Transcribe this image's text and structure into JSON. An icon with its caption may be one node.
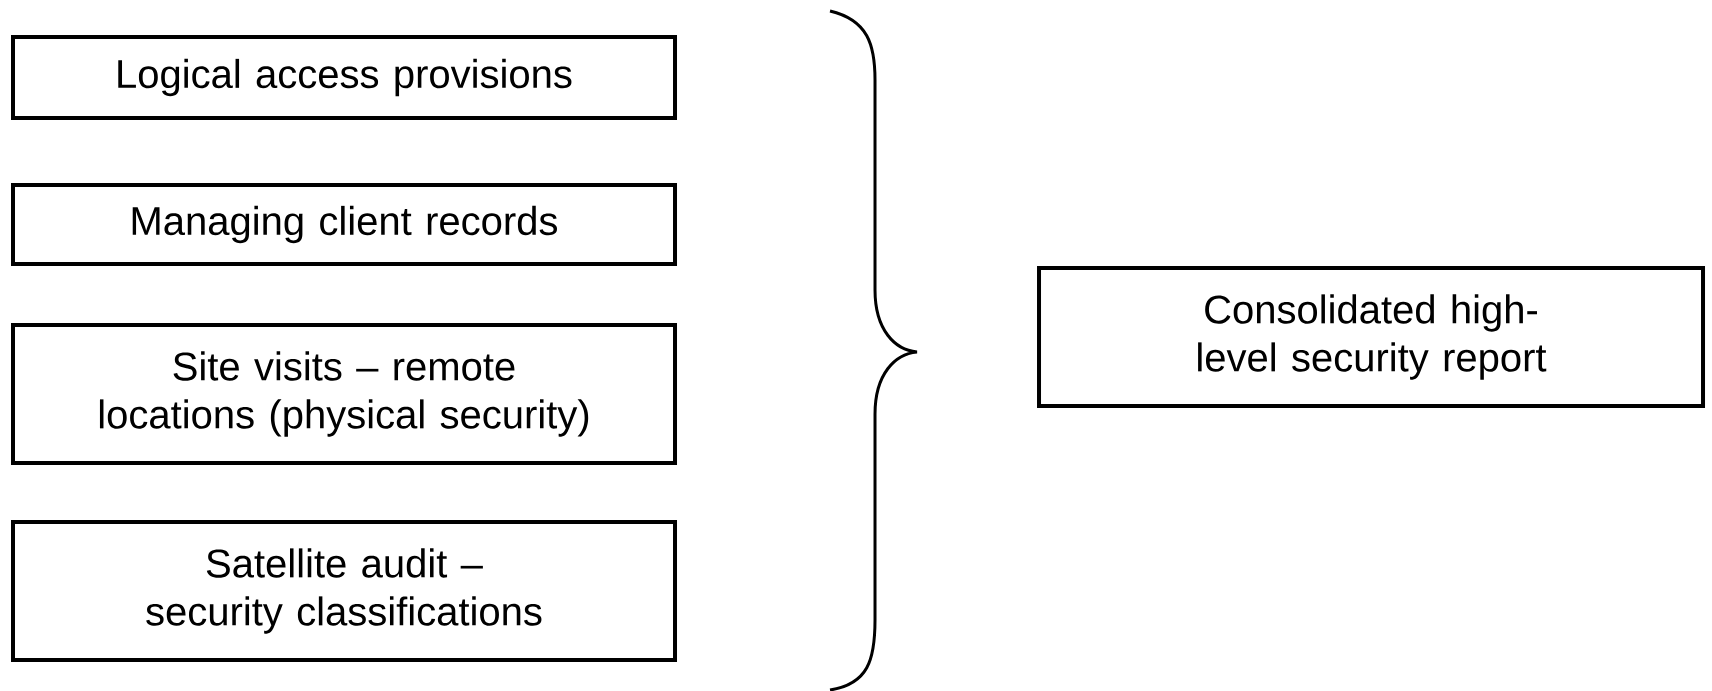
{
  "diagram": {
    "nodes": [
      {
        "text": [
          "Logical access provisions"
        ]
      },
      {
        "text": [
          "Managing client records"
        ]
      },
      {
        "text": [
          "Site visits – remote locations (physical security)"
        ]
      },
      {
        "text": [
          "Satellite audit – security classifications"
        ]
      },
      {
        "text": [
          "Consolidated high-level security report"
        ]
      }
    ]
  }
}
